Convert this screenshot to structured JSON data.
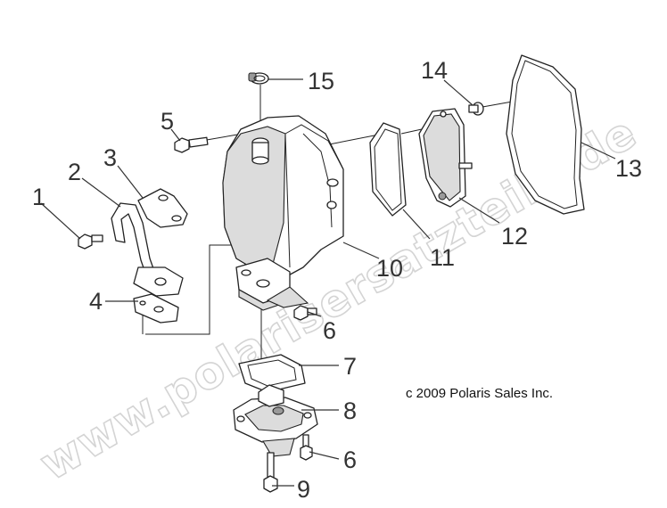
{
  "diagram": {
    "callouts": {
      "c1": "1",
      "c2": "2",
      "c3": "3",
      "c4": "4",
      "c5": "5",
      "c6a": "6",
      "c6b": "6",
      "c7": "7",
      "c8": "8",
      "c9": "9",
      "c10": "10",
      "c11": "11",
      "c12": "12",
      "c13": "13",
      "c14": "14",
      "c15": "15"
    },
    "copyright": "c 2009 Polaris Sales Inc.",
    "watermark": "www.polarisersatzteile.de"
  }
}
